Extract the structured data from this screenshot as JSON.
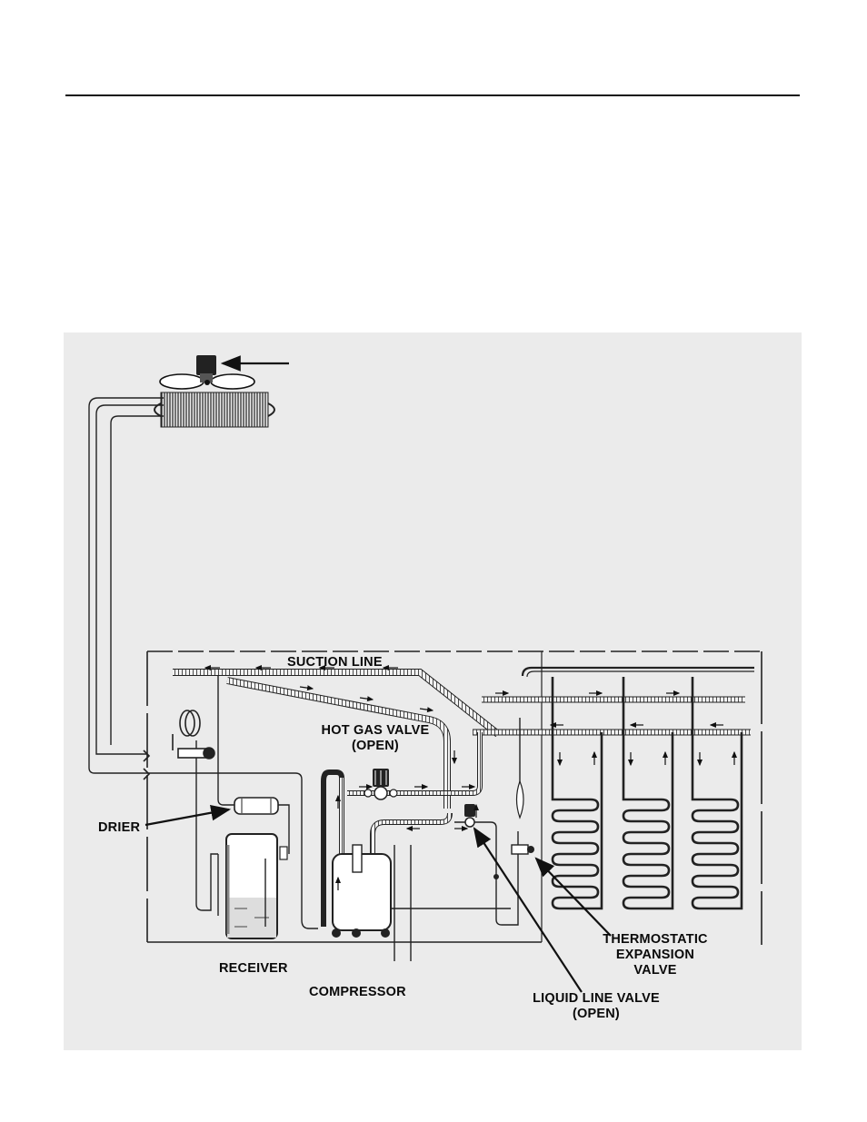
{
  "labels": {
    "suction_line": "SUCTION LINE",
    "hot_gas_valve": [
      "HOT GAS VALVE",
      "(OPEN)"
    ],
    "drier": "DRIER",
    "receiver": "RECEIVER",
    "compressor": "COMPRESSOR",
    "thermostatic_expansion_valve": [
      "THERMOSTATIC",
      "EXPANSION",
      "VALVE"
    ],
    "liquid_line_valve": [
      "LIQUID LINE VALVE",
      "(OPEN)"
    ]
  },
  "colors": {
    "ink": "#111111",
    "panel": "#ebebeb",
    "paper": "#ffffff"
  }
}
